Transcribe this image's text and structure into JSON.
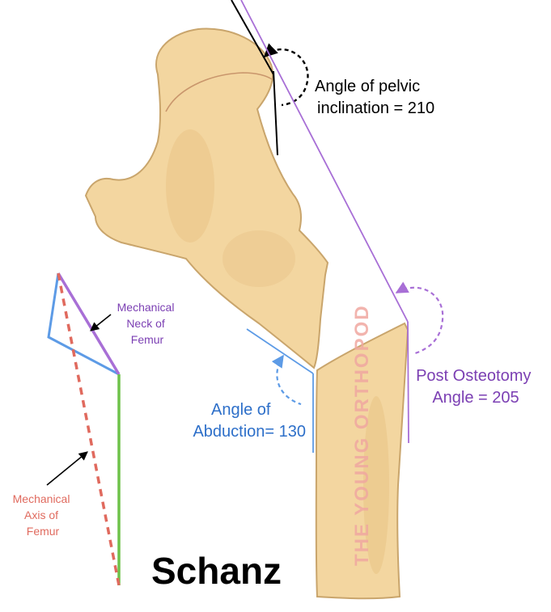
{
  "title": "Schanz",
  "watermark": "THE YOUNG ORTHOPOD",
  "labels": {
    "pelvic_angle_line1": "Angle of pelvic",
    "pelvic_angle_line2": "inclination = 210",
    "post_osteotomy_line1": "Post Osteotomy",
    "post_osteotomy_line2": "Angle = 205",
    "abduction_line1": "Angle of",
    "abduction_line2": "Abduction= 130",
    "mech_neck_line1": "Mechanical",
    "mech_neck_line2": "Neck of",
    "mech_neck_line3": "Femur",
    "mech_axis_line1": "Mechanical",
    "mech_axis_line2": "Axis of",
    "mech_axis_line3": "Femur"
  },
  "colors": {
    "bone_fill": "#f3d6a0",
    "bone_stroke": "#c9a56c",
    "bone_shadow": "#e9c487",
    "purple": "#a86fd6",
    "blue": "#5d9be6",
    "blue_text": "#2d6fc9",
    "red_dashed": "#e06a5e",
    "green": "#6ec24a",
    "black": "#000000",
    "watermark": "#f0a8a0"
  }
}
